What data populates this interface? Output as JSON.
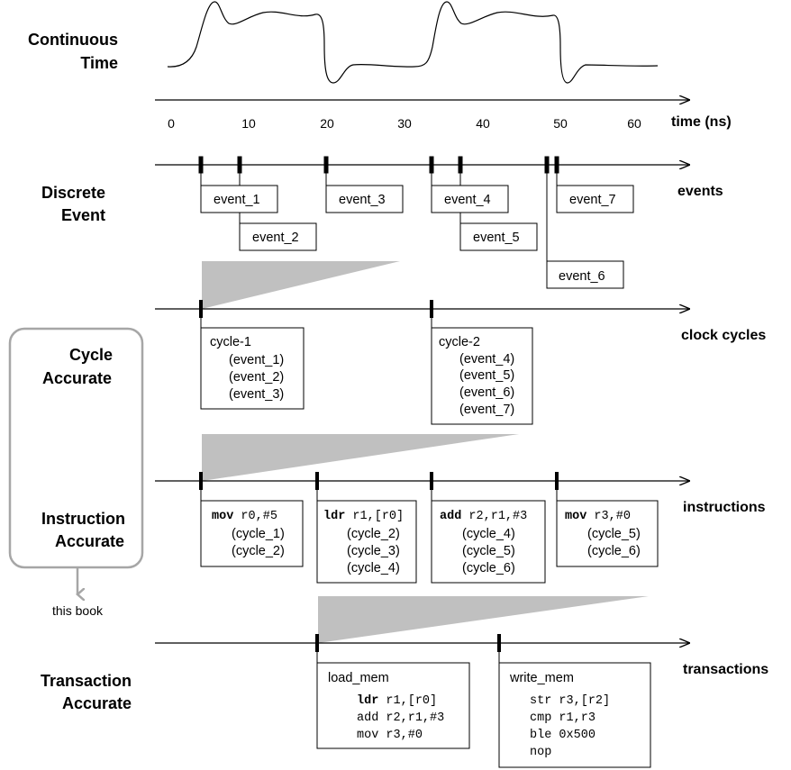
{
  "levels": {
    "continuous": [
      "Continuous",
      "Time"
    ],
    "discrete": [
      "Discrete",
      "Event"
    ],
    "cycle": [
      "Cycle",
      "Accurate"
    ],
    "instruction": [
      "Instruction",
      "Accurate"
    ],
    "transaction": [
      "Transaction",
      "Accurate"
    ]
  },
  "axes": {
    "time": "time (ns)",
    "events": "events",
    "clock": "clock cycles",
    "instructions": "instructions",
    "transactions": "transactions"
  },
  "time_ticks": [
    "0",
    "10",
    "20",
    "30",
    "40",
    "50",
    "60"
  ],
  "events": [
    "event_1",
    "event_2",
    "event_3",
    "event_4",
    "event_5",
    "event_6",
    "event_7"
  ],
  "cycles": [
    {
      "title": "cycle-1",
      "items": [
        "(event_1)",
        "(event_2)",
        "(event_3)"
      ]
    },
    {
      "title": "cycle-2",
      "items": [
        "(event_4)",
        "(event_5)",
        "(event_6)",
        "(event_7)"
      ]
    }
  ],
  "instructions": [
    {
      "op": "mov",
      "args": " r0,#5",
      "items": [
        "(cycle_1)",
        "(cycle_2)"
      ]
    },
    {
      "op": "ldr",
      "args": " r1,[r0]",
      "items": [
        "(cycle_2)",
        "(cycle_3)",
        "(cycle_4)"
      ]
    },
    {
      "op": "add",
      "args": " r2,r1,#3",
      "items": [
        "(cycle_4)",
        "(cycle_5)",
        "(cycle_6)"
      ]
    },
    {
      "op": "mov",
      "args": " r3,#0",
      "items": [
        "(cycle_5)",
        "(cycle_6)"
      ]
    }
  ],
  "transactions": [
    {
      "title": "load_mem",
      "lines": [
        {
          "op": "ldr",
          "args": " r1,[r0]"
        },
        {
          "op": "add",
          "args": " r2,r1,#3"
        },
        {
          "op": "mov",
          "args": " r3,#0"
        }
      ]
    },
    {
      "title": "write_mem",
      "lines": [
        {
          "op": "str",
          "args": " r3,[r2]"
        },
        {
          "op": "cmp",
          "args": " r1,r3"
        },
        {
          "op": "ble",
          "args": " 0x500"
        },
        {
          "op": "nop",
          "args": ""
        }
      ]
    }
  ],
  "note": "this book",
  "colors": {
    "line": "#000000",
    "wedge": "#c0c0c0",
    "highlight": "#a6a6a6"
  }
}
